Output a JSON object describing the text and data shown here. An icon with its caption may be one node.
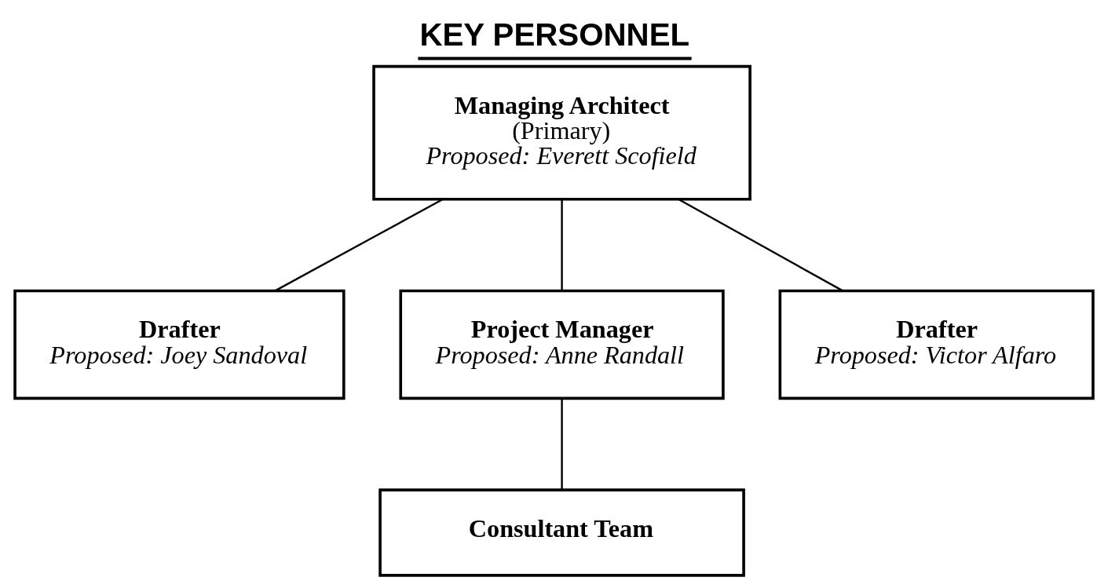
{
  "diagram": {
    "title": "KEY PERSONNEL",
    "nodes": [
      {
        "text": [
          "Managing Architect",
          "(Primary)",
          "Proposed: Everett Scofield"
        ]
      },
      {
        "text": [
          "Project Manager",
          "Proposed: Anne Randall"
        ]
      },
      {
        "text": [
          "Drafter",
          "Proposed: Joey Sandoval"
        ]
      },
      {
        "text": [
          "Drafter",
          "Proposed: Victor Alfaro"
        ]
      },
      {
        "text": [
          "Consultant Team"
        ]
      }
    ],
    "edges": [
      {
        "from": 0,
        "to": 2,
        "arrow": "none"
      },
      {
        "from": 0,
        "to": 1,
        "arrow": "none"
      },
      {
        "from": 0,
        "to": 3,
        "arrow": "none"
      },
      {
        "from": 1,
        "to": 4,
        "arrow": "none"
      }
    ]
  }
}
